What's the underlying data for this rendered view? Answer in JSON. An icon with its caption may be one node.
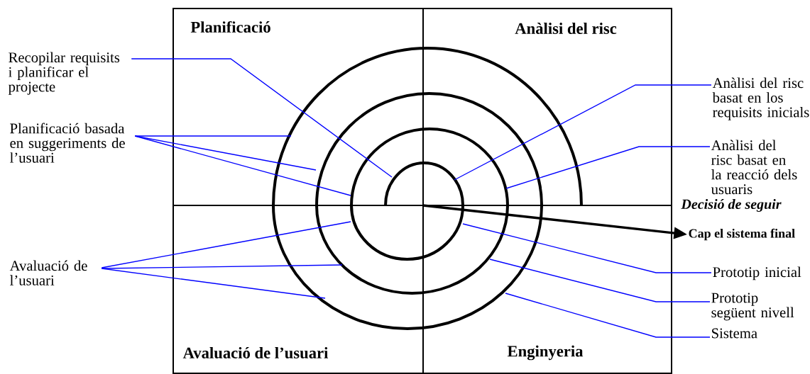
{
  "diagram": {
    "nodes": [
      {
        "text": [
          "Recopilar requisits i planificar el projecte"
        ]
      },
      {
        "text": [
          "Planificació basada en suggeriments de l’usuari"
        ]
      },
      {
        "text": [
          "Avaluació de l’usuari"
        ]
      },
      {
        "text": [
          "Anàlisi del risc basat en los requisits inicials"
        ]
      },
      {
        "text": [
          "Anàlisi del risc basat en la reacció dels usuaris"
        ]
      },
      {
        "text": [
          "Prototip inicial"
        ]
      },
      {
        "text": [
          "Prototip següent nivell"
        ]
      },
      {
        "text": [
          "Sistema"
        ]
      },
      {
        "text": [
          "Cap el sistema final"
        ]
      }
    ],
    "edges": [
      {
        "from": 0,
        "to": null,
        "arrow": "none"
      },
      {
        "from": 1,
        "to": null,
        "arrow": "none"
      },
      {
        "from": 1,
        "to": null,
        "arrow": "none"
      },
      {
        "from": 1,
        "to": null,
        "arrow": "none"
      },
      {
        "from": 2,
        "to": null,
        "arrow": "none"
      },
      {
        "from": 2,
        "to": null,
        "arrow": "none"
      },
      {
        "from": 2,
        "to": null,
        "arrow": "none"
      },
      {
        "from": 3,
        "to": null,
        "arrow": "none"
      },
      {
        "from": 4,
        "to": null,
        "arrow": "none"
      },
      {
        "from": 5,
        "to": null,
        "arrow": "none"
      },
      {
        "from": 6,
        "to": null,
        "arrow": "none"
      },
      {
        "from": 7,
        "to": null,
        "arrow": "none"
      },
      {
        "from": null,
        "to": 8,
        "arrow": "to",
        "style": "thick",
        "color": "#000000"
      }
    ],
    "labels": [
      "Planificació",
      "Anàlisi del risc",
      "Avaluació de l’usuari",
      "Enginyeria",
      "Decisió de seguir"
    ]
  }
}
